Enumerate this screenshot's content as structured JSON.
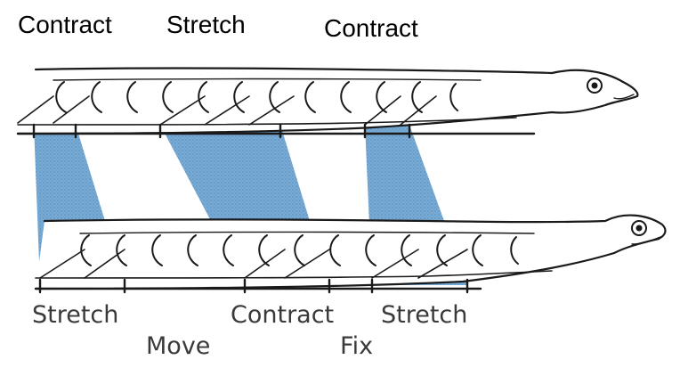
{
  "labels": {
    "top": [
      "Contract",
      "Stretch",
      "Contract"
    ],
    "bottom_row1": [
      "Stretch",
      "Contract",
      "Stretch"
    ],
    "bottom_row2": [
      "Move",
      "Fix"
    ]
  },
  "colors": {
    "band": "#5b95c8",
    "outline": "#1a1a1a",
    "body": "#ffffff",
    "text_top": "#000000",
    "text_bottom": "#3a3a3a"
  },
  "icons": [
    "eel-body-top",
    "eel-body-bottom",
    "eye-icon"
  ]
}
